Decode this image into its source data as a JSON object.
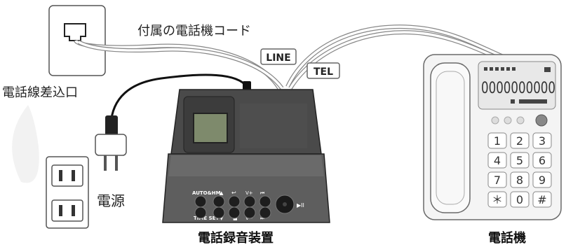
{
  "labels": {
    "cord": "付属の電話機コード",
    "jack": "電話線差込口",
    "power": "電源",
    "recorder": "電話録音装置",
    "phone": "電話機",
    "line_tag": "LINE",
    "tel_tag": "TEL"
  },
  "recorder_panel": {
    "auto_label": "AUTO&HM",
    "time_set_label": "TIME SET",
    "up_arrow": "▲",
    "down_arrow": "▼",
    "back_symbol": "↩",
    "stop_symbol": "■",
    "vol_up": "V+",
    "vol_down": "V−",
    "prev_symbol": "⏮",
    "next_symbol": "⏭",
    "play_pause_symbol": "▶II"
  },
  "phone": {
    "display_number": "0000000000",
    "keys": [
      "1",
      "2",
      "3",
      "4",
      "5",
      "6",
      "7",
      "8",
      "9",
      "＊",
      "0",
      "#"
    ]
  },
  "colors": {
    "device_dark": "#3a3a3a",
    "device_mid": "#5e5e5e",
    "lcd_green": "#7e8a6c",
    "cable_dark": "#1a1a1a",
    "phone_body": "#f4f4f4",
    "outline": "#6a6a6a"
  }
}
